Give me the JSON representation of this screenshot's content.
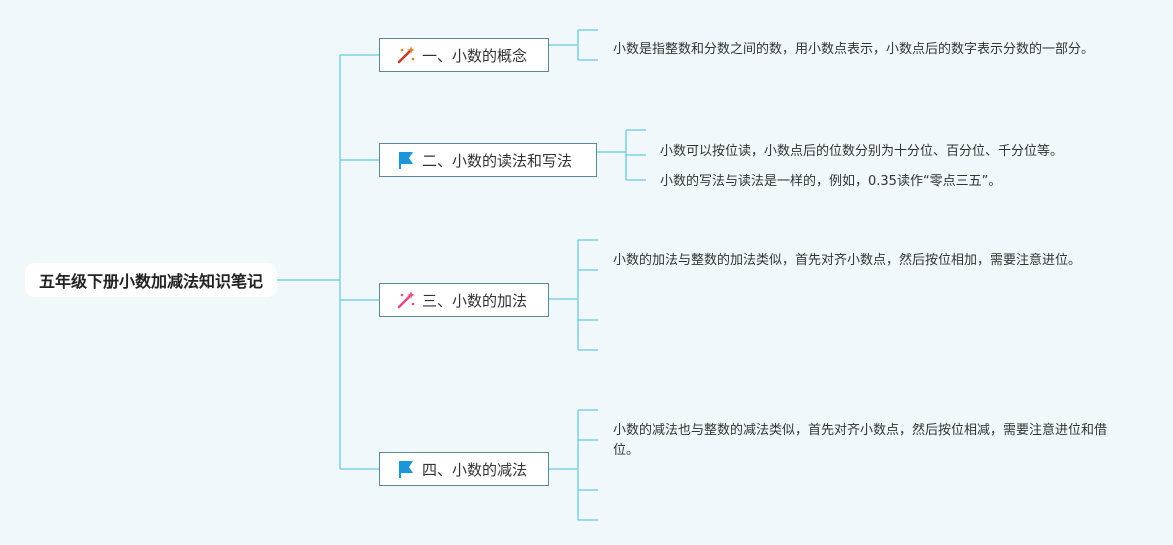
{
  "root": {
    "label": "五年级下册小数加减法知识笔记"
  },
  "branches": [
    {
      "label": "一、小数的概念",
      "icon": "magic-wand-icon",
      "leaves": [
        "小数是指整数和分数之间的数，用小数点表示，小数点后的数字表示分数的一部分。"
      ]
    },
    {
      "label": "二、小数的读法和写法",
      "icon": "flag-icon",
      "leaves": [
        "小数可以按位读，小数点后的位数分别为十分位、百分位、千分位等。",
        "小数的写法与读法是一样的，例如，0.35读作“零点三五”。"
      ]
    },
    {
      "label": "三、小数的加法",
      "icon": "sparkle-wand-icon",
      "leaves": [
        "小数的加法与整数的加法类似，首先对齐小数点，然后按位相加，需要注意进位。"
      ]
    },
    {
      "label": "四、小数的减法",
      "icon": "flag-icon",
      "leaves": [
        "小数的减法也与整数的减法类似，首先对齐小数点，然后按位相减，需要注意进位和借位。"
      ]
    }
  ],
  "colors": {
    "line": "#7ecfe3",
    "flag": "#1a96d9",
    "wand": "#c0392b",
    "sparkle": "#e84a7f"
  }
}
